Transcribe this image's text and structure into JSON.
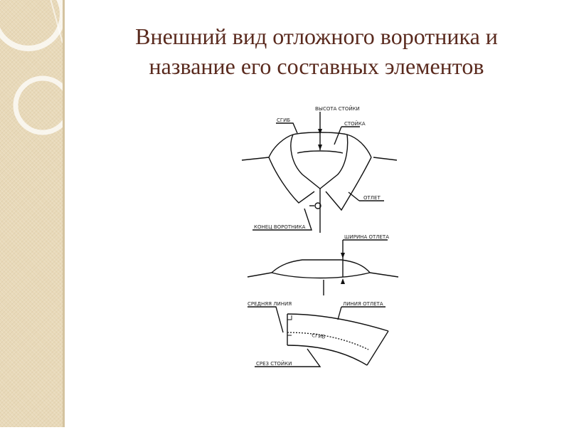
{
  "slide": {
    "title_line1": "Внешний вид отложного воротника и",
    "title_line2": "название его составных элементов"
  },
  "diagram": {
    "labels": {
      "height_stand": "ВЫСОТА СТОЙКИ",
      "fold_top": "СГИБ",
      "stand": "СТОЙКА",
      "lapel": "ОТЛЕТ",
      "collar_end": "КОНЕЦ ВОРОТНИКА",
      "lapel_width": "ШИРИНА ОТЛЕТА",
      "middle_line": "СРЕДНЯЯ ЛИНИЯ",
      "lapel_line": "ЛИНИЯ ОТЛЕТА",
      "fold_pattern": "СГИБ",
      "stand_cut": "СРЕЗ СТОЙКИ"
    }
  },
  "colors": {
    "title": "#5a2a1e",
    "sidebar": "#e8d9b9",
    "line": "#111111"
  },
  "icons": [
    "arc-decoration"
  ]
}
